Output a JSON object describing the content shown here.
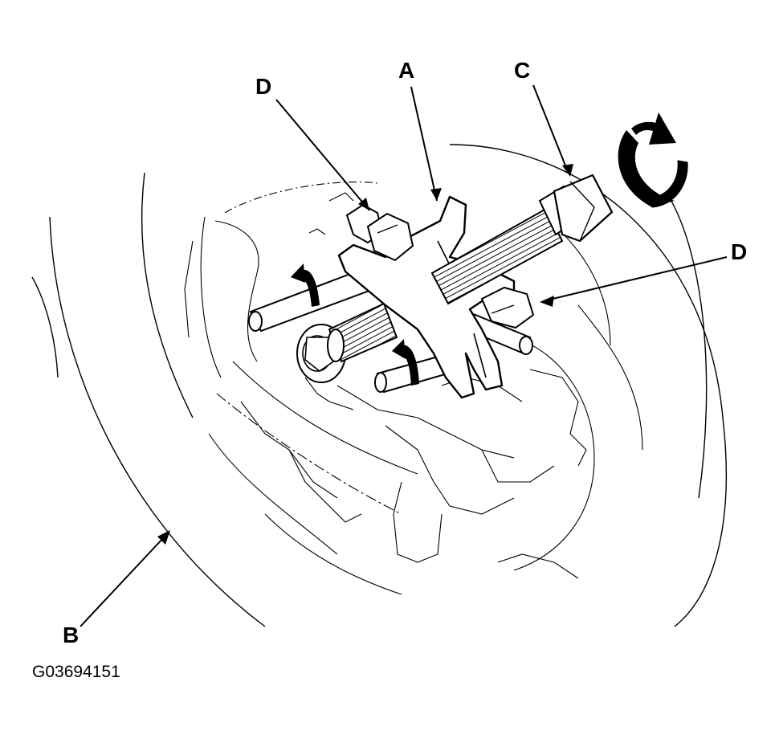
{
  "callouts": {
    "a": "A",
    "b": "B",
    "c": "C",
    "d_upper": "D",
    "d_right": "D"
  },
  "figure_code": "G03694151",
  "colors": {
    "line": "#000000",
    "background": "#ffffff"
  },
  "icons": {
    "rotation": "clockwise-rotation-arrow-icon"
  }
}
